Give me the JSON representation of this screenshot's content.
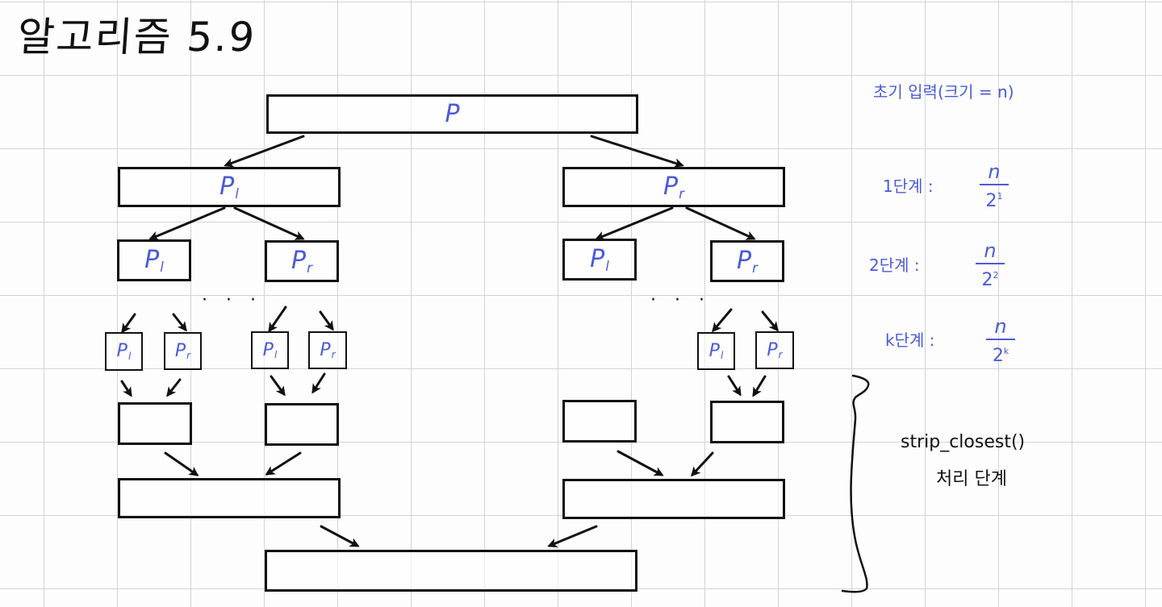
{
  "title": "알고리즘 5.9",
  "tree": {
    "root_label": "P",
    "level1": {
      "left_label": "P",
      "left_sub": "l",
      "right_label": "P",
      "right_sub": "r"
    },
    "level2": [
      {
        "label": "P",
        "sub": "l"
      },
      {
        "label": "P",
        "sub": "r"
      },
      {
        "label": "P",
        "sub": "l"
      },
      {
        "label": "P",
        "sub": "r"
      }
    ],
    "ellipsis": "· · ·",
    "leaves": [
      {
        "label": "P",
        "sub": "l"
      },
      {
        "label": "P",
        "sub": "r"
      },
      {
        "label": "P",
        "sub": "l"
      },
      {
        "label": "P",
        "sub": "r"
      },
      {
        "label": "P",
        "sub": "l"
      },
      {
        "label": "P",
        "sub": "r"
      }
    ]
  },
  "annotations": {
    "initial_input": "초기 입력(크기 = n)",
    "steps": [
      {
        "label": "1단계 :",
        "numerator": "n",
        "base": "2",
        "exp": "1"
      },
      {
        "label": "2단계 :",
        "numerator": "n",
        "base": "2",
        "exp": "2"
      },
      {
        "label": "k단계 :",
        "numerator": "n",
        "base": "2",
        "exp": "k"
      }
    ],
    "strip_function": "strip_closest()",
    "strip_caption": "처리 단계"
  },
  "colors": {
    "ink": "#111111",
    "pen_blue": "#4a5bd8",
    "grid": "#d4d4d4"
  }
}
